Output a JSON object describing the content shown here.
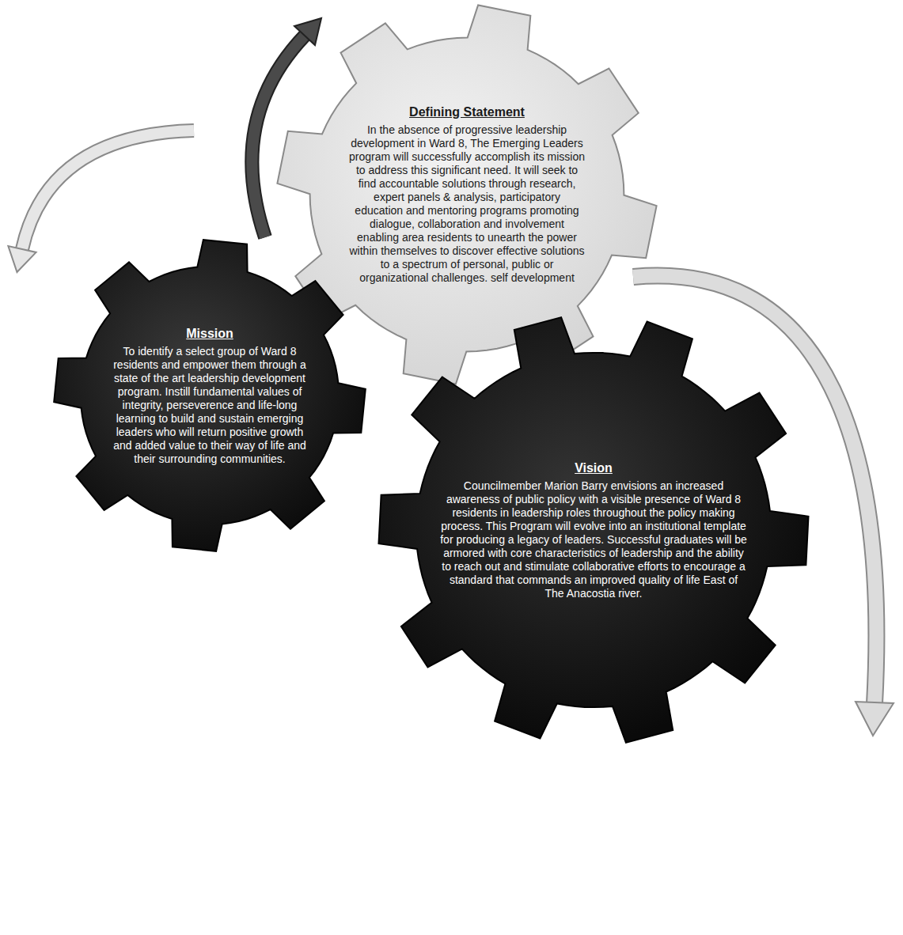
{
  "diagram": {
    "nodes": [
      {
        "text": [
          "Defining Statement",
          "In the absence of progressive leadership development in Ward 8, The Emerging Leaders program will successfully accomplish its mission to address this significant need. It will seek to find accountable solutions through research, expert panels & analysis, participatory education and mentoring programs promoting dialogue, collaboration and involvement enabling area residents to unearth the power within themselves to discover effective solutions to a spectrum of personal, public or organizational challenges. self development"
        ]
      },
      {
        "text": [
          "Mission",
          "To identify a select group of Ward 8 residents and empower them through a state of the art leadership development program. Instill fundamental values of integrity, perseverence and life-long learning to build and sustain emerging leaders who will return positive growth and added value to their way of life and their surrounding communities."
        ]
      },
      {
        "text": [
          "Vision",
          "Councilmember Marion Barry envisions an increased awareness of public policy with a visible presence of Ward 8 residents in leadership roles throughout the policy making process. This Program will evolve into an institutional template for producing a legacy of leaders. Successful graduates will be armored with core characteristics of leadership and the ability to reach out and stimulate collaborative efforts to encourage a standard that commands an improved quality of life East of The Anacostia river."
        ]
      }
    ]
  }
}
